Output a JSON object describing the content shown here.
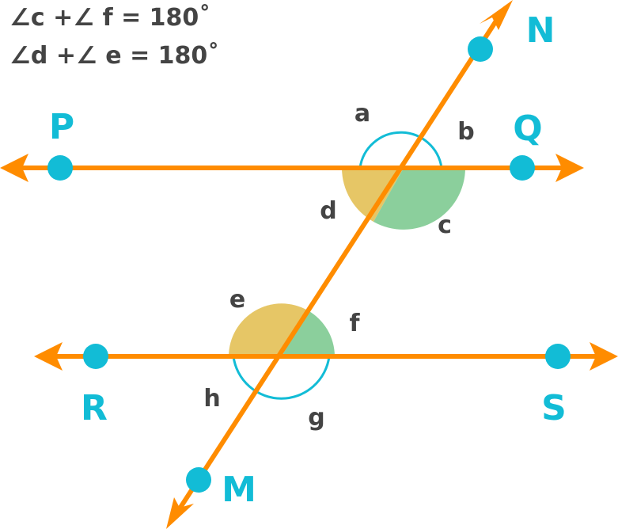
{
  "equations": [
    "∠c +∠ f = 180˚",
    "∠d +∠ e = 180˚"
  ],
  "points": {
    "P": "P",
    "Q": "Q",
    "R": "R",
    "S": "S",
    "N": "N",
    "M": "M"
  },
  "angles": {
    "a": "a",
    "b": "b",
    "c": "c",
    "d": "d",
    "e": "e",
    "f": "f",
    "g": "g",
    "h": "h"
  },
  "colors": {
    "line": "#ff8c00",
    "point": "#12bcd6",
    "label": "#12bcd6",
    "text": "#444444",
    "arc": "#12bcd6",
    "shade_yellow": "#e6c666",
    "shade_green": "#8bcf9c"
  }
}
